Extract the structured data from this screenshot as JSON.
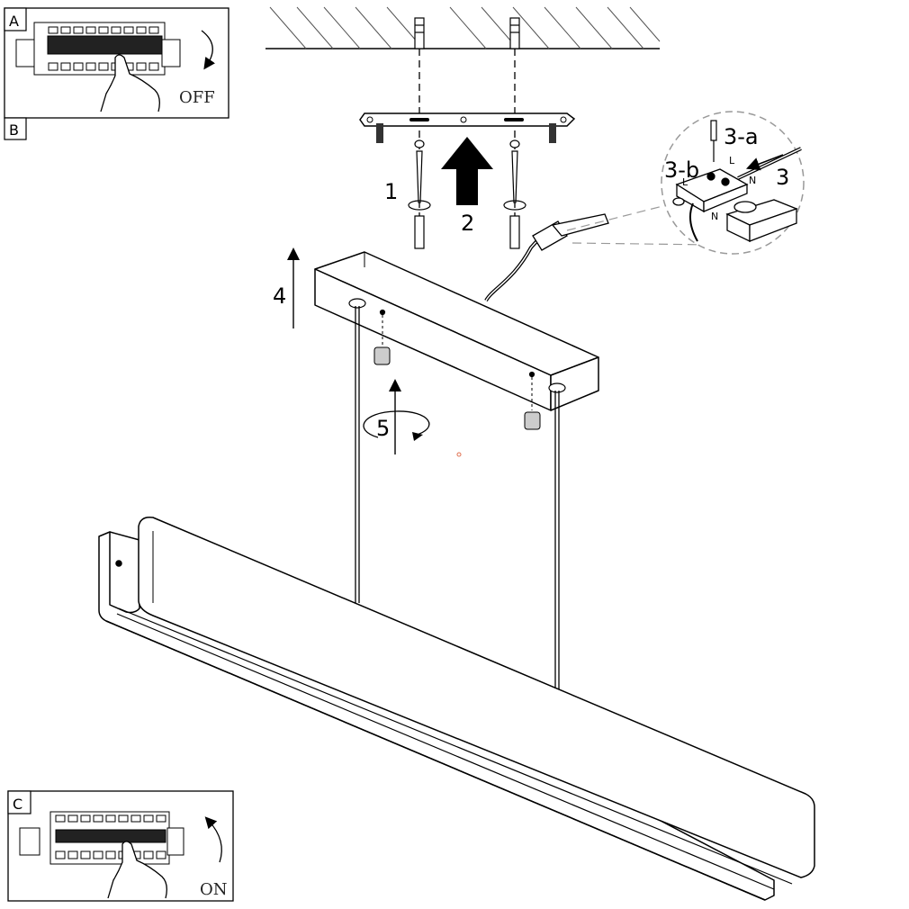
{
  "panels": {
    "a": {
      "tag": "A",
      "state": "OFF"
    },
    "b": {
      "tag": "B"
    },
    "c": {
      "tag": "C",
      "state": "ON"
    }
  },
  "steps": {
    "s1": "1",
    "s2": "2",
    "s3": "3",
    "s3a": "3-a",
    "s3b": "3-b",
    "s4": "4",
    "s5": "5"
  },
  "wiring": {
    "l_top": "L",
    "l_left": "L",
    "n_right": "N",
    "n_bottom": "N"
  },
  "colors": {
    "line": "#000000",
    "dash": "#888888",
    "accent": "#e07050"
  },
  "icons": [
    "breaker-switch-icon",
    "hand-icon",
    "rotate-arrow-icon",
    "up-arrow-icon",
    "screw-icon",
    "wall-plug-icon",
    "terminal-block-icon"
  ]
}
